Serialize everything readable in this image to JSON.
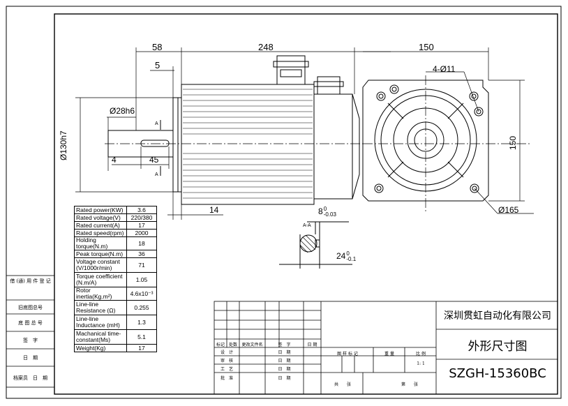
{
  "dimensions": {
    "d58": "58",
    "d5": "5",
    "d248": "248",
    "d150_top": "150",
    "d4_11": "4-Ø11",
    "d28h6": "Ø28h6",
    "d130h7": "Ø130h7",
    "d4": "4",
    "d45": "45",
    "d14": "14",
    "d150_side": "150",
    "d165": "Ø165",
    "key_width": "8",
    "key_width_tol_top": "0",
    "key_width_tol_bottom": "-0.03",
    "key_depth": "24",
    "key_depth_tol_top": "0",
    "key_depth_tol_bottom": "-0.1",
    "section_label": "A-A",
    "section_mark_top": "A",
    "section_mark_bottom": "A"
  },
  "specs": [
    {
      "label": "Rated power(KW)",
      "value": "3.6"
    },
    {
      "label": "Rated voltage(V)",
      "value": "220/380"
    },
    {
      "label": "Rated current(A)",
      "value": "17"
    },
    {
      "label": "Rated speed(rpm)",
      "value": "2000"
    },
    {
      "label": "Holding torque(N.m)",
      "value": "18"
    },
    {
      "label": "Peak torque(N.m)",
      "value": "36"
    },
    {
      "label": "Voltage constant (V/1000r/min)",
      "value": "71"
    },
    {
      "label": "Torque coefficient (N.m/A)",
      "value": "1.05"
    },
    {
      "label": "Rotor inertia(Kg.m²)",
      "value": "4.6x10⁻³"
    },
    {
      "label": "Line-line Resistance (Ω)",
      "value": "0.255"
    },
    {
      "label": "Line-line Inductance (mH)",
      "value": "1.3"
    },
    {
      "label": "Machanical time-constant(Ms)",
      "value": "5.1"
    },
    {
      "label": "Weight(Kg)",
      "value": "17"
    }
  ],
  "side_labels": [
    "借 (通) 用 件 登 记",
    "旧底图总号",
    "底 图 总 号",
    "签　字",
    "日　期",
    "档案员　日　期"
  ],
  "title_block": {
    "company": "深圳贯虹自动化有限公司",
    "drawing_title": "外形尺寸图",
    "model": "SZGH-15360BC",
    "scale": "1: 1",
    "rev_headers": [
      "标记",
      "处数",
      "更改文件名",
      "签　字",
      "日 期"
    ],
    "roles": [
      "设　计",
      "审　核",
      "工　艺",
      "批　准"
    ],
    "date_label": "日　期",
    "stage_label": "图 样 标 记",
    "weight_label": "重 量",
    "scale_label": "比 例",
    "total_label": "共　　张",
    "sheet_label": "第　　张"
  }
}
